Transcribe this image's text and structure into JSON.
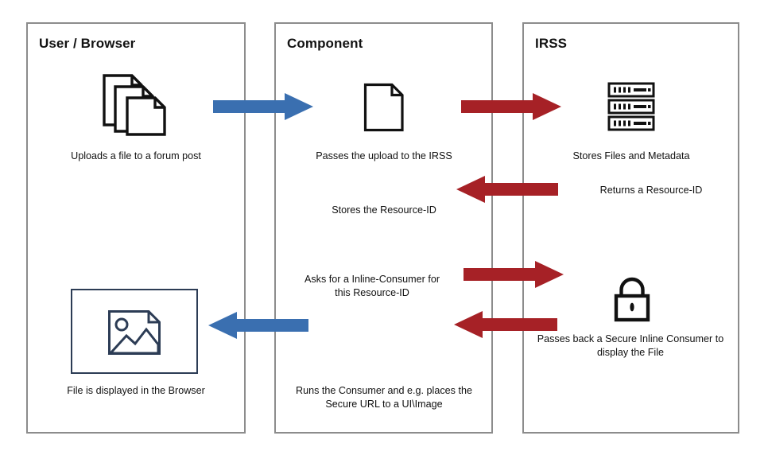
{
  "diagram": {
    "title_hidden": "",
    "colors": {
      "lane_border": "#8c8c8c",
      "blue_arrow": "#3a6fb0",
      "red_arrow": "#a62126",
      "icon_stroke": "#111111",
      "image_frame": "#2c3c55",
      "text": "#111111",
      "background": "#ffffff"
    },
    "lanes": [
      {
        "id": "user-browser",
        "title": "User / Browser"
      },
      {
        "id": "component",
        "title": "Component"
      },
      {
        "id": "irss",
        "title": "IRSS"
      }
    ],
    "icons": [
      {
        "id": "stacked-documents-icon",
        "lane": "user-browser",
        "name": "stacked-documents-icon"
      },
      {
        "id": "document-icon",
        "lane": "component",
        "name": "document-icon"
      },
      {
        "id": "server-rack-icon",
        "lane": "irss",
        "name": "server-rack-icon"
      },
      {
        "id": "padlock-icon",
        "lane": "irss",
        "name": "padlock-icon"
      },
      {
        "id": "image-placeholder-icon",
        "lane": "user-browser",
        "name": "image-placeholder-icon"
      }
    ],
    "captions": {
      "uploads_file": "Uploads a file to a forum post",
      "passes_upload": "Passes the upload to the IRSS",
      "stores_files": "Stores Files and Metadata",
      "returns_resource_id": "Returns a Resource-ID",
      "stores_resource_id": "Stores the Resource-ID",
      "asks_inline_consumer": "Asks for a Inline-Consumer for\nthis Resource-ID",
      "passes_back_consumer": "Passes back a Secure Inline Consumer to\ndisplay the File",
      "file_displayed": "File is displayed in the Browser",
      "runs_consumer": "Runs the Consumer and e.g. places the\nSecure URL to a UI\\Image"
    },
    "arrows": [
      {
        "id": "arrow-upload",
        "color": "#3a6fb0",
        "direction": "right",
        "from_lane": "user-browser",
        "to_lane": "component"
      },
      {
        "id": "arrow-pass-to-irss",
        "color": "#a62126",
        "direction": "right",
        "from_lane": "component",
        "to_lane": "irss"
      },
      {
        "id": "arrow-return-resource-id",
        "color": "#a62126",
        "direction": "left",
        "from_lane": "irss",
        "to_lane": "component"
      },
      {
        "id": "arrow-ask-consumer",
        "color": "#a62126",
        "direction": "right",
        "from_lane": "component",
        "to_lane": "irss"
      },
      {
        "id": "arrow-return-consumer",
        "color": "#a62126",
        "direction": "left",
        "from_lane": "irss",
        "to_lane": "component"
      },
      {
        "id": "arrow-display-file",
        "color": "#3a6fb0",
        "direction": "left",
        "from_lane": "component",
        "to_lane": "user-browser"
      }
    ]
  }
}
